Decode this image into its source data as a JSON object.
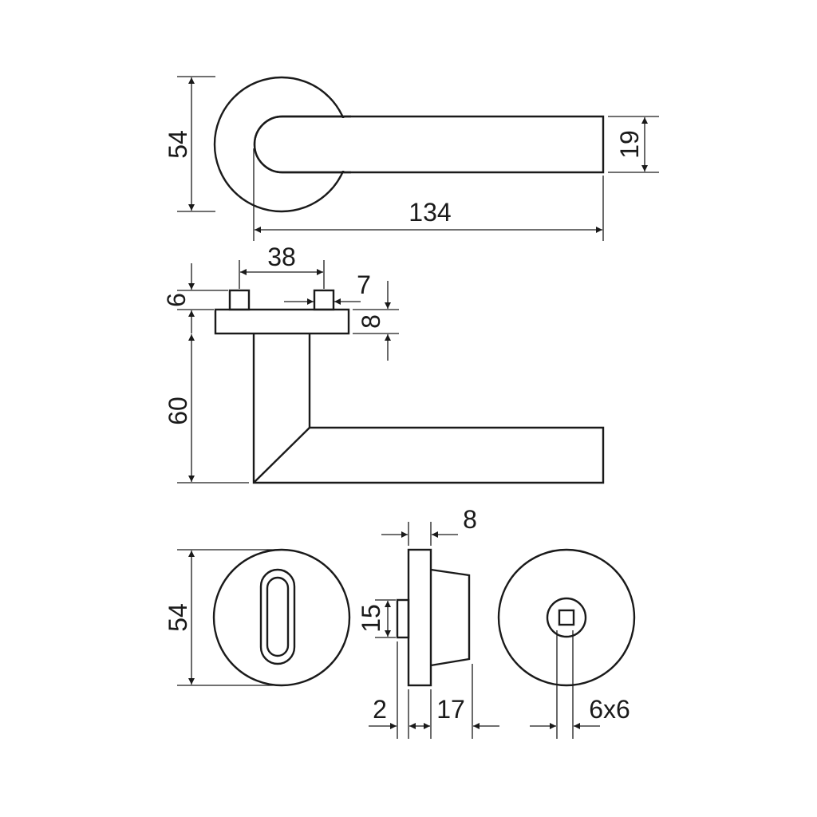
{
  "drawing": {
    "views": [
      "lever-handle-top-view",
      "lever-handle-side-view",
      "key-escutcheon",
      "escutcheon-side-view",
      "wc-escutcheon"
    ],
    "dimensions": {
      "rose_diameter_top": "54",
      "lever_length": "134",
      "lever_thickness": "19",
      "pin_spacing": "38",
      "pin_height": "6",
      "pin_width": "7",
      "rose_thickness": "8",
      "lever_projection": "60",
      "escutcheon_diameter": "54",
      "escutcheon_plate_thickness": "8",
      "spindle_width": "15",
      "spindle_offset": "2",
      "escutcheon_depth": "17",
      "square_spindle": "6x6"
    }
  }
}
